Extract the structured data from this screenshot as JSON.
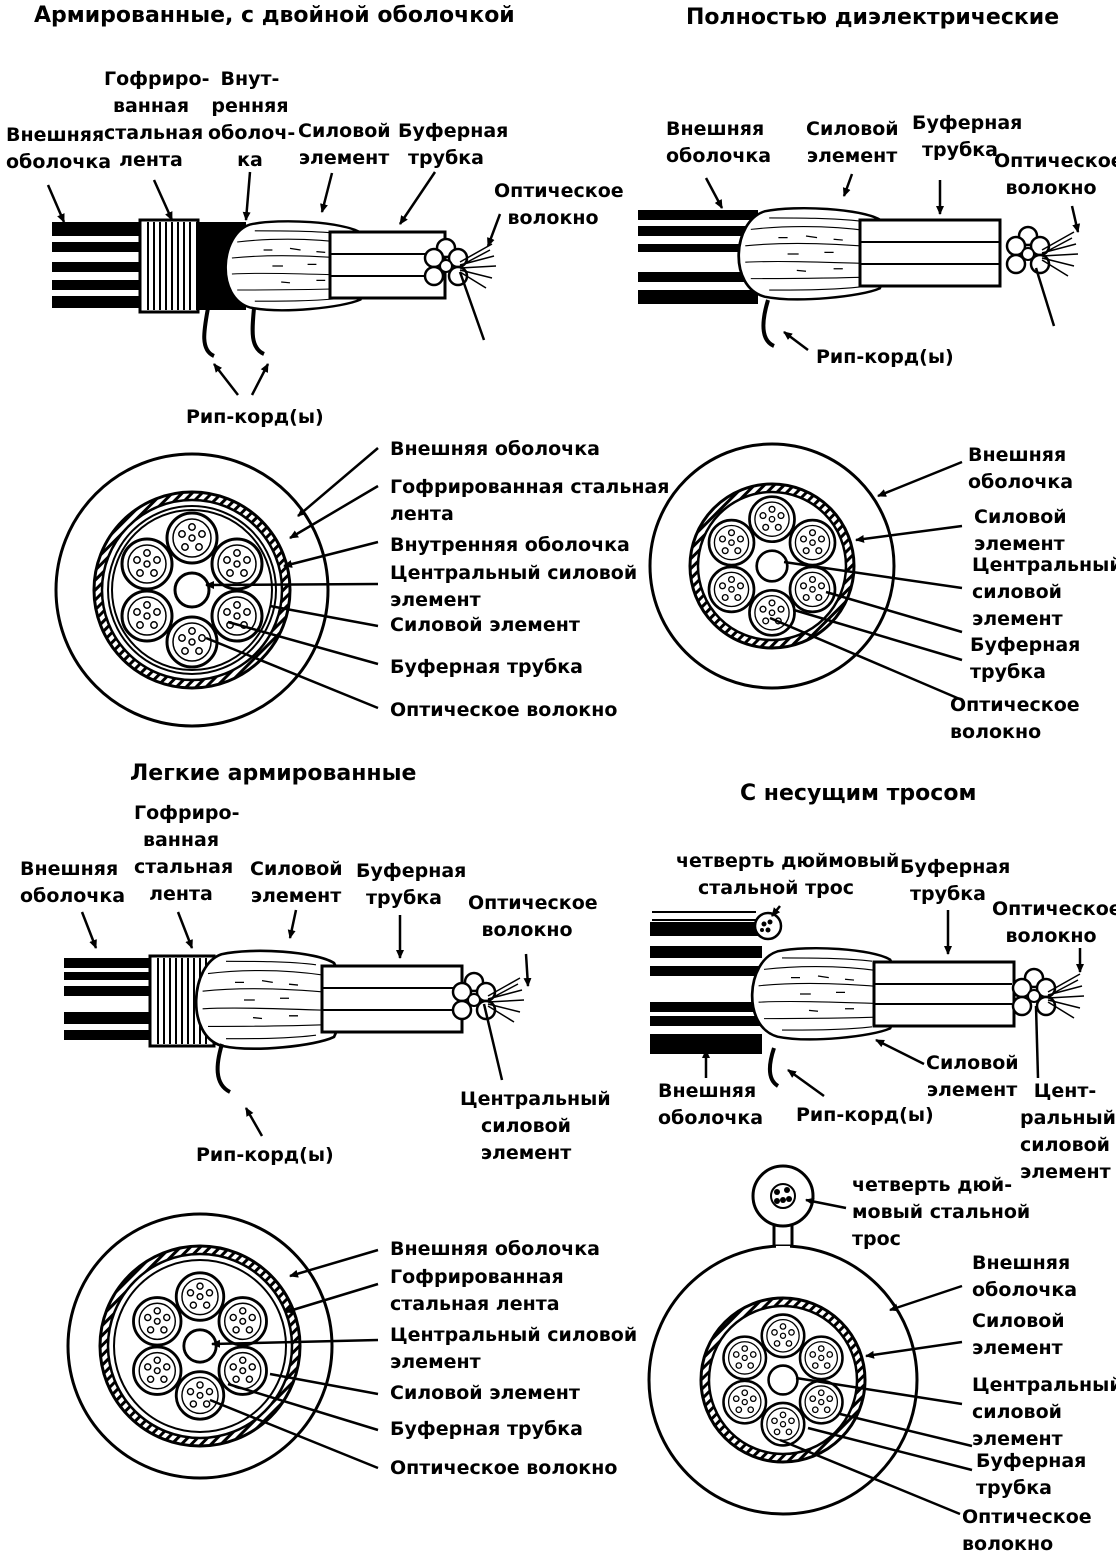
{
  "panels": {
    "armored_double": {
      "title": "Армированные, с двойной оболочкой",
      "side": {
        "outer_jacket": "Внешняя\nоболочка",
        "steel_tape": "Гофриро-\nванная\nстальная\nлента",
        "inner_jacket": "Внут-\nренняя\nоболоч-\nка",
        "strength_member": "Силовой\nэлемент",
        "buffer_tube": "Буферная\nтрубка",
        "optical_fiber": "Оптическое\nволокно",
        "rip_cord": "Рип-корд(ы)"
      },
      "cross": {
        "outer_jacket": "Внешняя оболочка",
        "steel_tape": "Гофрированная стальная\nлента",
        "inner_jacket": "Внутренняя оболочка",
        "central_strength": "Центральный силовой\nэлемент",
        "strength_member": "Силовой элемент",
        "buffer_tube": "Буферная трубка",
        "optical_fiber": "Оптическое волокно"
      }
    },
    "all_dielectric": {
      "title": "Полностью диэлектрические",
      "side": {
        "outer_jacket": "Внешняя\nоболочка",
        "strength_member": "Силовой\nэлемент",
        "buffer_tube": "Буферная\nтрубка",
        "optical_fiber": "Оптическое\nволокно",
        "rip_cord": "Рип-корд(ы)"
      },
      "cross": {
        "outer_jacket": "Внешняя\nоболочка",
        "strength_member": "Силовой\nэлемент",
        "central_strength": "Центральный\nсиловой\nэлемент",
        "buffer_tube": "Буферная\nтрубка",
        "optical_fiber": "Оптическое\nволокно"
      }
    },
    "light_armored": {
      "title": "Легкие армированные",
      "side": {
        "outer_jacket": "Внешняя\nоболочка",
        "steel_tape": "Гофриро-\nванная\nстальная\nлента",
        "strength_member": "Силовой\nэлемент",
        "buffer_tube": "Буферная\nтрубка",
        "optical_fiber": "Оптическое\nволокно",
        "central_strength": "Центральный\nсиловой\nэлемент",
        "rip_cord": "Рип-корд(ы)"
      },
      "cross": {
        "outer_jacket": "Внешняя оболочка",
        "steel_tape": "Гофрированная\nстальная лента",
        "central_strength": "Центральный силовой\nэлемент",
        "strength_member": "Силовой элемент",
        "buffer_tube": "Буферная трубка",
        "optical_fiber": "Оптическое волокно"
      }
    },
    "messenger": {
      "title": "С несущим тросом",
      "side": {
        "steel_wire": "четверть дюймовый\nстальной трос",
        "buffer_tube": "Буферная\nтрубка",
        "optical_fiber": "Оптическое\nволокно",
        "outer_jacket": "Внешняя\nоболочка",
        "rip_cord": "Рип-корд(ы)",
        "strength_member": "Силовой\nэлемент",
        "central_strength": "Цент-\nральный\nсиловой\nэлемент"
      },
      "cross": {
        "steel_wire": "четверть дюй-\nмовый стальной\nтрос",
        "outer_jacket": "Внешняя\nоболочка",
        "strength_member": "Силовой\nэлемент",
        "central_strength": "Центральный\nсиловой\nэлемент",
        "buffer_tube": "Буферная\nтрубка",
        "optical_fiber": "Оптическое\nволокно"
      }
    }
  }
}
